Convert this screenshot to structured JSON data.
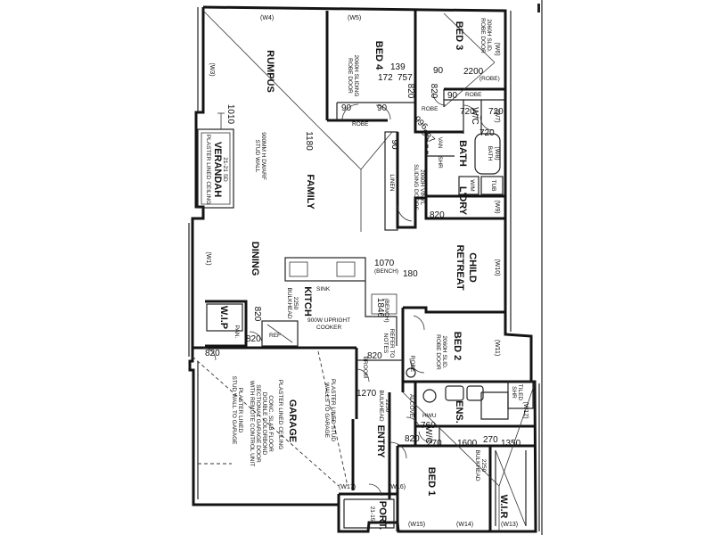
{
  "rooms": {
    "rumpus": "RUMPUS",
    "bed4": "BED 4",
    "bed3": "BED 3",
    "family": "FAMILY",
    "dining": "DINING",
    "kitchen": "KITCH",
    "child_retreat_1": "CHILD",
    "child_retreat_2": "RETREAT",
    "bath": "BATH",
    "ldry": "L'DRY",
    "bed2": "BED 2",
    "garage": "GARAGE",
    "entry": "ENTRY",
    "ens": "ENS.",
    "bed1": "BED 1",
    "wir": "W.I.R",
    "wip": "W.I.P",
    "verandah": "VERANDAH",
    "porch": "PORT.",
    "linen": "LINEN",
    "wc1": "W/C",
    "wc2": "W/C"
  },
  "dims": {
    "d1010": "1010",
    "d1180": "1180",
    "d172": "172",
    "d139": "139",
    "d757": "757",
    "d90a": "90",
    "d90b": "90",
    "d90c": "90",
    "d90d": "90",
    "d90e": "90",
    "d2200": "2200",
    "d820a": "820",
    "d820b": "820",
    "d820c": "820",
    "d820d": "820",
    "d820e": "820",
    "d820f": "820",
    "d820g": "820",
    "d820h": "820",
    "d720a": "720",
    "d720b": "720",
    "d720c": "720",
    "d937": "937",
    "d996": "996",
    "d1070": "1070",
    "d180": "180",
    "d1846": "1846",
    "d1270": "1270",
    "d270a": "270",
    "d270b": "270",
    "d1600": "1600",
    "d1350": "1350",
    "d760": "760",
    "d21_15": "21-15",
    "d21_21": "21-21 SD"
  },
  "notes": {
    "robe": "ROBE",
    "robe2": "ROBE",
    "robe3": "ROBE",
    "robe_b": "(ROBE)",
    "sliding_door_1": "2060H SLIDING",
    "sliding_door_1b": "ROBE DOOR",
    "sliding_door_3": "2060H SLID.",
    "sliding_door_3b": "ROBE DOOR",
    "vinyl_door": "2060H VINYL",
    "vinyl_door_b": "SLIDING DOORS",
    "dwarf_wall": "900MM H DWARF",
    "dwarf_wall_b": "STUD WALL",
    "plaster_ceiling_v": "PLASTER LINED CEILING",
    "bench": "(BENCH)",
    "sink": "SINK",
    "bulkhead_k": "2250",
    "bulkhead_kb": "BULKHEAD",
    "bench_k": "(BENCH)",
    "cooker": "900W UPRIGHT",
    "cooker_b": "COOKER",
    "fridge": "REF",
    "refer": "REFER TO",
    "refer_b": "NOTES",
    "sliding_door_2": "2060H SLID.",
    "sliding_door_2b": "ROBE DOOR",
    "robe_2": "ROBE",
    "plaster_stud": "PLASTER LINED STUD",
    "plaster_stud_b": "WALLS TO GARAGE",
    "garage_ceiling": "PLASTER LINED CEILING",
    "garage_floor": "CONC. SLAB FLOOR",
    "garage_door": "DOUBLE COLORBOND",
    "garage_door_b": "SECTIONAL GARAGE DOOR",
    "garage_door_c": "WITH REMOTE CONTROL UNIT",
    "garage_stud": "PLASTER LINED",
    "garage_stud_b": "STUD WALL TO GARAGE",
    "bulkhead_e": "2250",
    "bulkhead_eb": "BULKHEAD",
    "bulkhead_b1": "2250",
    "bulkhead_b1b": "BULKHEAD",
    "broom": "BROOM",
    "alcove": "ALCOVE",
    "tiled": "TILED",
    "tiled_b": "SHR",
    "hot_water": "HWU",
    "shower": "SHR",
    "bath_tub": "BATH",
    "vanity": "VAN",
    "wm": "W/M",
    "tub": "TUB",
    "cupboard": "PAN."
  },
  "windows": {
    "w4": "(W4)",
    "w5": "(W5)",
    "w3": "(W3)",
    "w6": "(W6)",
    "w7": "(W7)",
    "w8": "(W8)",
    "w9": "(W9)",
    "w1": "(W1)",
    "w10": "(W10)",
    "w11": "(W11)",
    "w12": "(W12)",
    "w13": "(W13)",
    "w14": "(W14)",
    "w15": "(W15)",
    "w17": "(W17)",
    "w16": "(W16)"
  }
}
